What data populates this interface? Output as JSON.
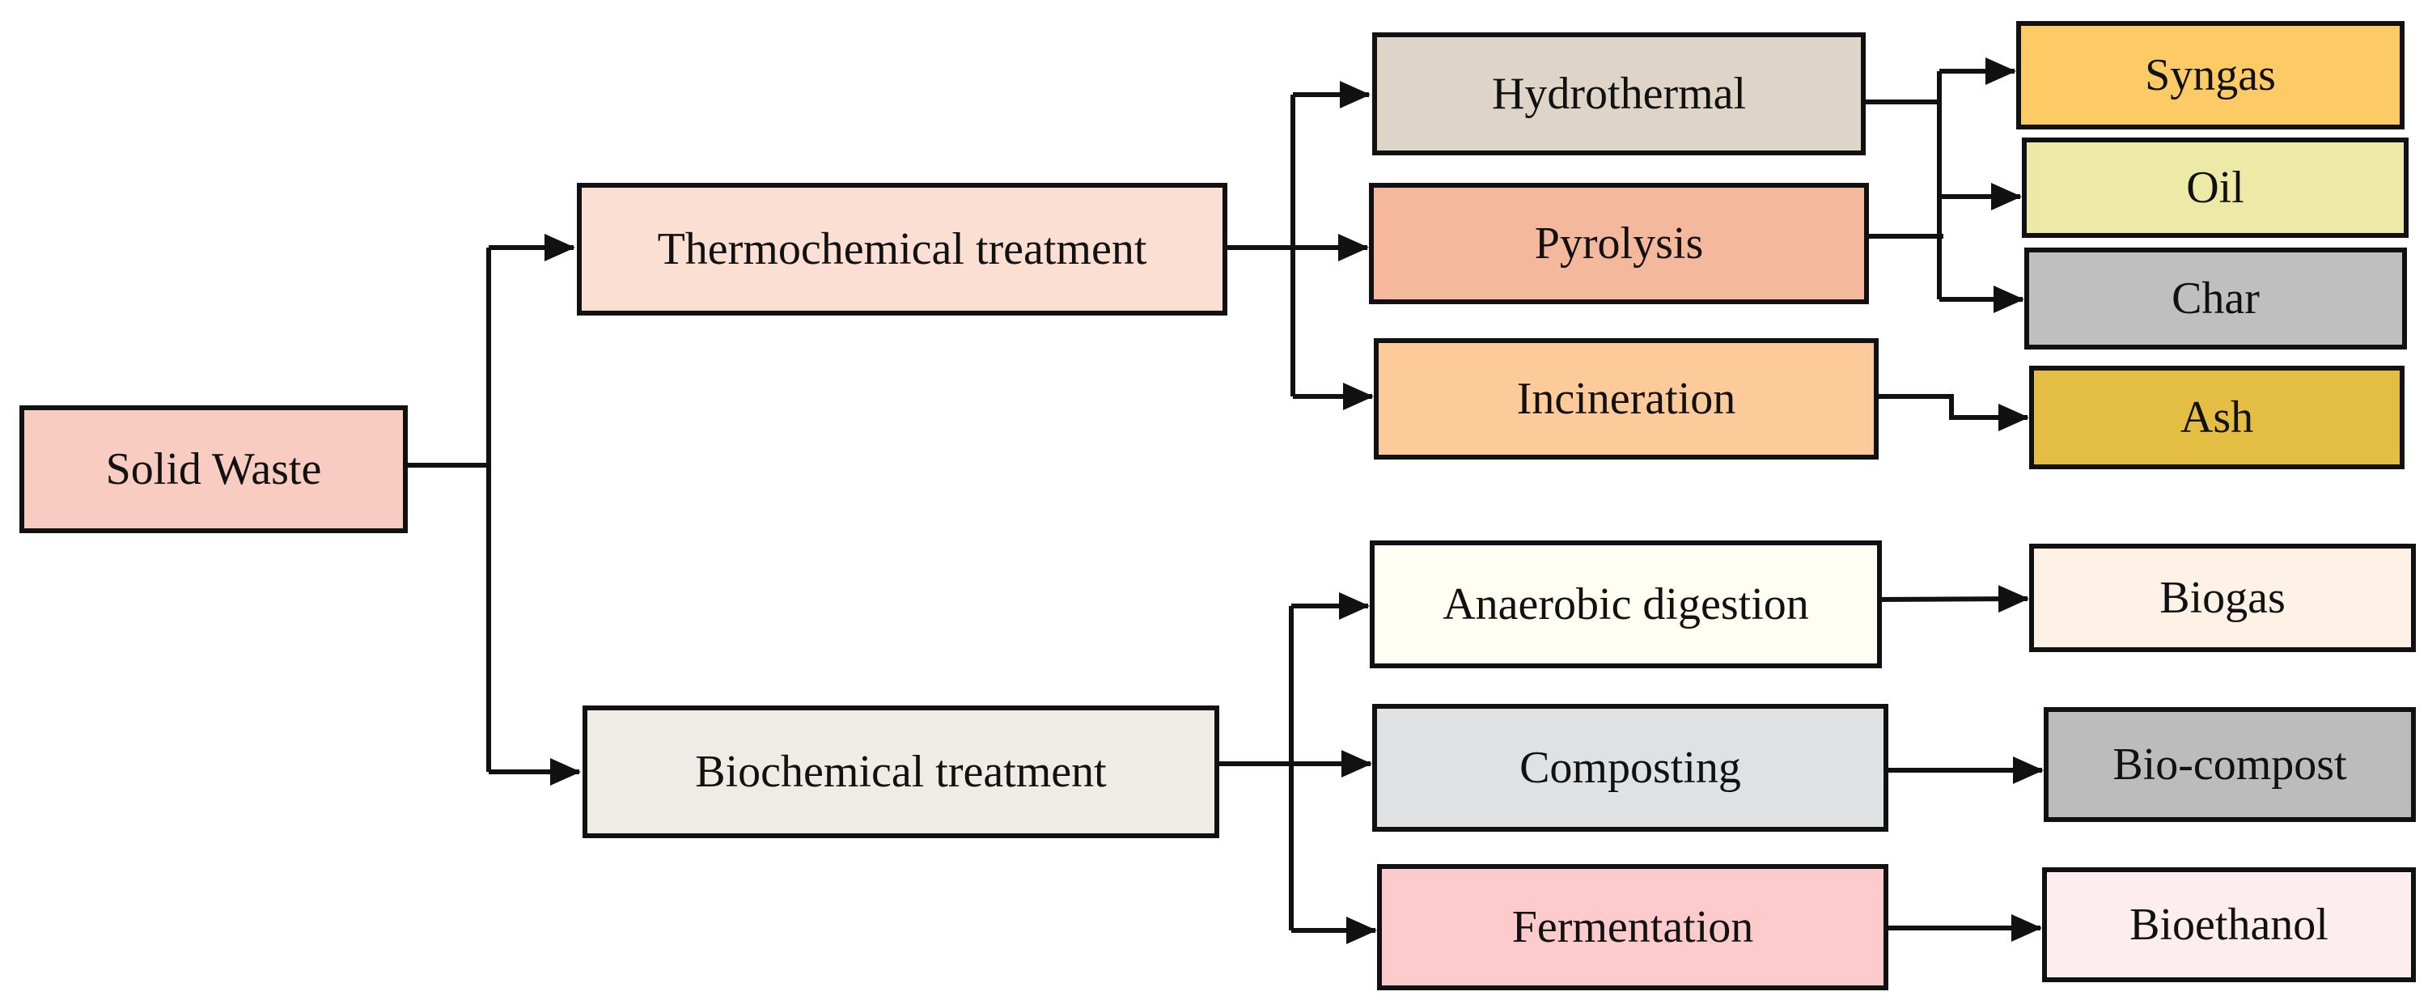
{
  "diagram": {
    "nodes": {
      "solid_waste": {
        "label": "Solid Waste",
        "color": "#F8CCC0"
      },
      "thermochemical": {
        "label": "Thermochemical treatment",
        "color": "#FBDFD3"
      },
      "biochemical": {
        "label": "Biochemical treatment",
        "color": "#EFECE6"
      },
      "hydrothermal": {
        "label": "Hydrothermal",
        "color": "#DED5C8"
      },
      "pyrolysis": {
        "label": "Pyrolysis",
        "color": "#F4B99C"
      },
      "incineration": {
        "label": "Incineration",
        "color": "#FDCA99"
      },
      "anaerobic": {
        "label": "Anaerobic digestion",
        "color": "#FFFEF2"
      },
      "composting": {
        "label": "Composting",
        "color": "#E0E1E3"
      },
      "fermentation": {
        "label": "Fermentation",
        "color": "#FECBCC"
      },
      "syngas": {
        "label": "Syngas",
        "color": "#FDCB65"
      },
      "oil": {
        "label": "Oil",
        "color": "#EDE9A7"
      },
      "char": {
        "label": "Char",
        "color": "#BFBFBF"
      },
      "ash": {
        "label": "Ash",
        "color": "#E4BE43"
      },
      "biogas": {
        "label": "Biogas",
        "color": "#FEF1E6"
      },
      "biocompost": {
        "label": "Bio-compost",
        "color": "#BCBCBC"
      },
      "bioethanol": {
        "label": "Bioethanol",
        "color": "#FEEDEE"
      }
    },
    "line_color": "#111111"
  }
}
